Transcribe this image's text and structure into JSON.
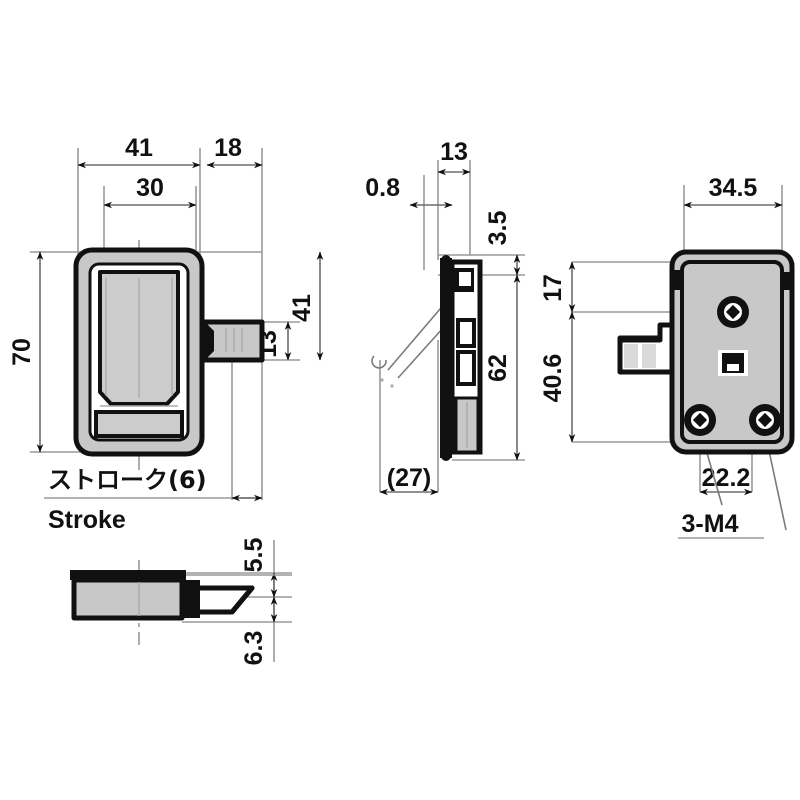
{
  "drawing": {
    "title": "Mechanical part dimension drawing",
    "background_color": "#ffffff",
    "line_color": "#111111",
    "fill_color": "#c8c8c8",
    "dim_line_color": "#6d6d6d"
  },
  "views": {
    "front": {
      "name": "front-view",
      "dimensions": {
        "width_overall": "41",
        "width_inner": "30",
        "latch_offset": "18",
        "height_overall": "70",
        "latch_height": "13",
        "latch_top_offset": "41"
      },
      "labels": {
        "stroke_jp": "ストローク(6)",
        "stroke_en": "Stroke"
      }
    },
    "side": {
      "name": "side-view",
      "dimensions": {
        "depth": "13",
        "plate_thickness": "0.8",
        "top_offset": "3.5",
        "body_height": "62",
        "bracket_depth": "(27)"
      }
    },
    "rear": {
      "name": "rear-view",
      "dimensions": {
        "width": "34.5",
        "top_to_latch": "17",
        "latch_to_bottom": "40.6",
        "hole_spacing": "22.2",
        "thread_callout": "3-M4"
      }
    },
    "section": {
      "name": "section-view",
      "dimensions": {
        "top_thickness": "5.5",
        "bottom_thickness": "6.3"
      }
    }
  },
  "dimension_values": [
    {
      "id": "d-41",
      "text": "41"
    },
    {
      "id": "d-18",
      "text": "18"
    },
    {
      "id": "d-30",
      "text": "30"
    },
    {
      "id": "d-70",
      "text": "70"
    },
    {
      "id": "d-41b",
      "text": "41"
    },
    {
      "id": "d-13",
      "text": "13"
    },
    {
      "id": "d-13top",
      "text": "13"
    },
    {
      "id": "d-08",
      "text": "0.8"
    },
    {
      "id": "d-35",
      "text": "3.5"
    },
    {
      "id": "d-62",
      "text": "62"
    },
    {
      "id": "d-27",
      "text": "(27)"
    },
    {
      "id": "d-345",
      "text": "34.5"
    },
    {
      "id": "d-17",
      "text": "17"
    },
    {
      "id": "d-406",
      "text": "40.6"
    },
    {
      "id": "d-222",
      "text": "22.2"
    },
    {
      "id": "d-3m4",
      "text": "3-M4"
    },
    {
      "id": "d-55",
      "text": "5.5"
    },
    {
      "id": "d-63",
      "text": "6.3"
    }
  ]
}
